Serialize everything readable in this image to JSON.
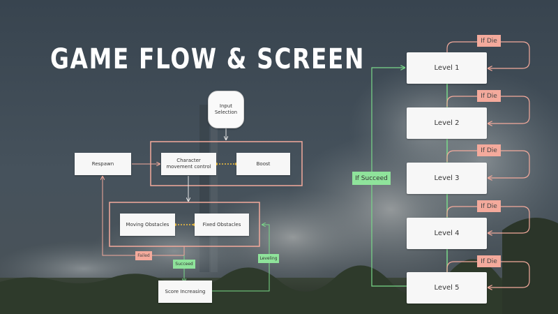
{
  "title": "GAME FLOW & SCREEN",
  "colors": {
    "connector_red": "#f4aa9c",
    "connector_green": "#7ad98a",
    "dotted_link": "#f5c23e",
    "node_fill": "#f7f7f7"
  },
  "flow": {
    "input": "Input Selection",
    "respawn": "Respawn",
    "character": "Character movement control",
    "boost": "Boost",
    "moving": "Moving Obstacles",
    "fixed": "Fixed Obstacles",
    "score": "Score Increasing",
    "failed": "Failed",
    "succeed": "Succeed",
    "leveling": "Leveling"
  },
  "levels": {
    "items": [
      "Level 1",
      "Level 2",
      "Level 3",
      "Level 4",
      "Level 5"
    ],
    "if_die": "If Die",
    "if_succeed": "If Succeed"
  }
}
